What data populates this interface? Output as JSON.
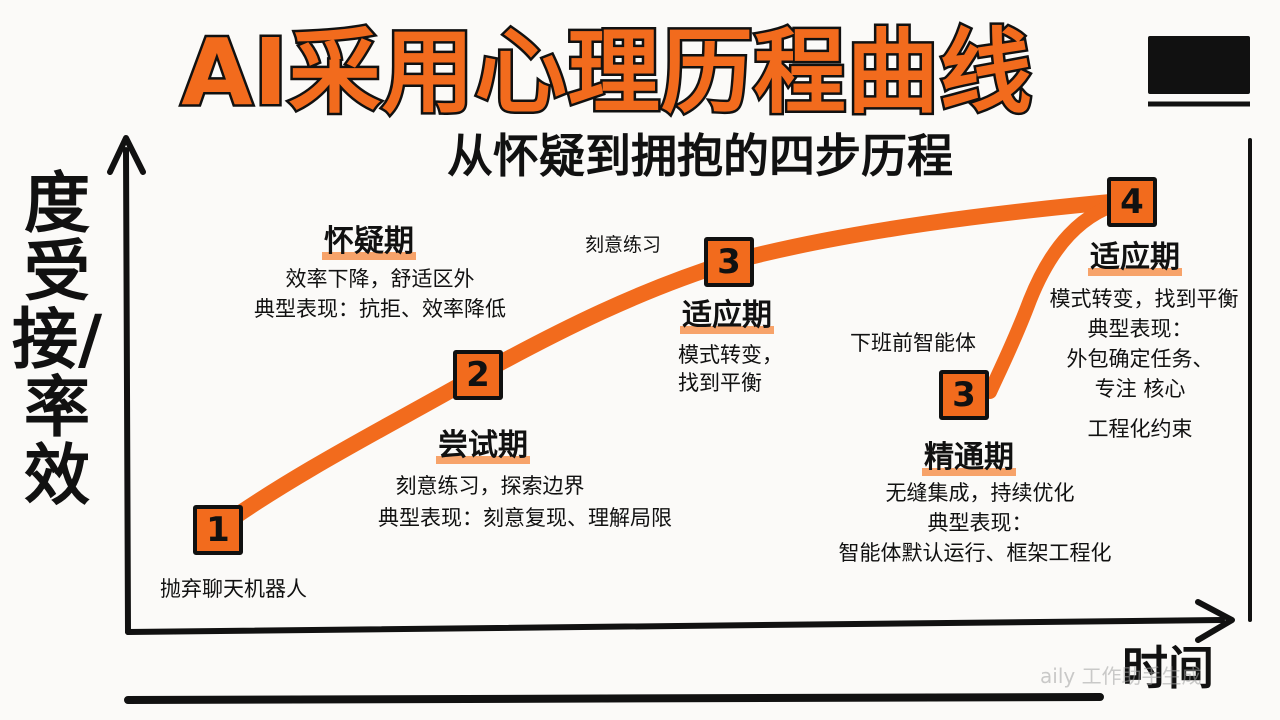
{
  "title": "AI采用心理历程曲线",
  "subtitle": "从怀疑到拥抱的四步历程",
  "axes": {
    "y_label": "度受接/率效",
    "x_label": "时间"
  },
  "watermark": "aily 工作助手生成",
  "colors": {
    "accent": "#f26b1d",
    "accent_light": "#f7a36a",
    "ink": "#111111",
    "background": "#fbfaf8"
  },
  "markers": {
    "m1": "1",
    "m2": "2",
    "m3a": "3",
    "m3b": "3",
    "m4": "4"
  },
  "stages": {
    "doubt": {
      "title": "怀疑期",
      "line1": "效率下降，舒适区外",
      "line2": "典型表现：抗拒、效率降低"
    },
    "trial": {
      "title": "尝试期",
      "line1": "刻意练习，探索边界",
      "line2": "典型表现：刻意复现、理解局限"
    },
    "adapt_mid": {
      "title": "适应期",
      "line1": "模式转变，",
      "line2": "找到平衡"
    },
    "master": {
      "title": "精通期",
      "line1": "无缝集成，持续优化",
      "line2": "典型表现：",
      "line3": "智能体默认运行、框架工程化"
    },
    "adapt_right": {
      "title": "适应期",
      "line1": "模式转变，找到平衡",
      "line2": "典型表现：",
      "line3": "外包确定任务、",
      "line4": "专注  核心",
      "line5": "工程化约束"
    }
  },
  "notes": {
    "abandon": "抛弃聊天机器人",
    "practice": "刻意练习",
    "offwork": "下班前智能体"
  }
}
